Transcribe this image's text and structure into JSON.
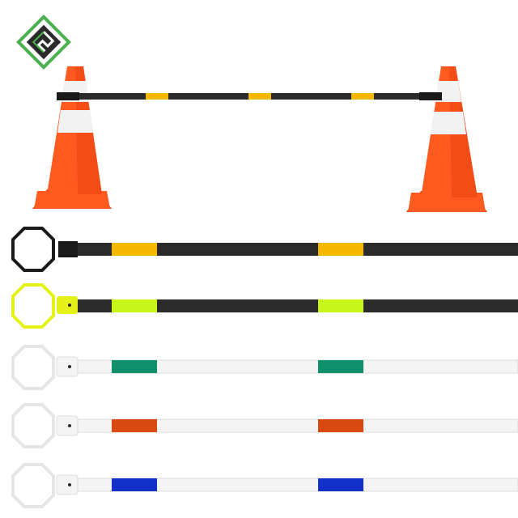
{
  "colors": {
    "background": "#ffffff",
    "cone_orange": "#ff5a1f",
    "cone_orange_dark": "#e84310",
    "cone_reflective": "#f2f2f2",
    "logo_green": "#4caf50",
    "logo_dark": "#2a2a2a"
  },
  "scene": {
    "logo_icon": "diamond-logo-icon",
    "cone_bar": {
      "rod_color": "#2b2b2b",
      "stripe_color": "#f5b800"
    },
    "bars": [
      {
        "name": "black-bar-yellow-stripes",
        "rod_color": "#2b2b2b",
        "ring_color": "#1a1a1a",
        "stripe_color": "#f5b800"
      },
      {
        "name": "black-bar-lime-stripes",
        "rod_color": "#2b2b2b",
        "ring_color": "#e5f21a",
        "stripe_color": "#c8f51a"
      },
      {
        "name": "white-bar-green-stripes",
        "rod_color": "#f4f4f4",
        "ring_color": "#e6e6e6",
        "stripe_color": "#0f8f6a"
      },
      {
        "name": "white-bar-red-stripes",
        "rod_color": "#f4f4f4",
        "ring_color": "#e6e6e6",
        "stripe_color": "#d84a12"
      },
      {
        "name": "white-bar-blue-stripes",
        "rod_color": "#f4f4f4",
        "ring_color": "#e6e6e6",
        "stripe_color": "#1330c8"
      }
    ]
  }
}
